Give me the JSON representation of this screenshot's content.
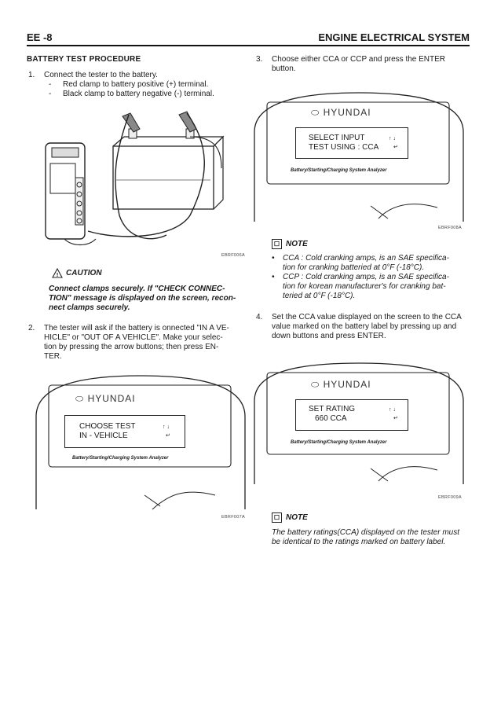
{
  "header": {
    "page": "EE -8",
    "section": "ENGINE ELECTRICAL SYSTEM"
  },
  "left": {
    "title": "BATTERY TEST PROCEDURE",
    "step1": {
      "num": "1.",
      "text": "Connect the tester to the battery.",
      "b1": "Red clamp to battery positive (+) terminal.",
      "b2": "Black clamp to battery negative (-) terminal."
    },
    "fig1_caption": "EBRF006A",
    "caution": {
      "label": "CAUTION",
      "l1": "Connect clamps securely. If \"CHECK CONNEC-",
      "l2": "TION\" message is displayed on the screen, recon-",
      "l3": "nect clamps securely."
    },
    "step2": {
      "num": "2.",
      "l1": "The tester will ask if the battery is onnected \"IN A VE-",
      "l2": "HICLE\" or \"OUT OF A VEHICLE\". Make your selec-",
      "l3": "tion by pressing the arrow buttons; then press EN-",
      "l4": "TER."
    },
    "fig2": {
      "logo": "HYUNDAI",
      "line1": "CHOOSE TEST",
      "line2": "IN - VEHICLE",
      "arrows": "↑ ↓",
      "enter": "↵",
      "footer": "Battery/Starting/Charging System Analyzer",
      "caption": "EBRF007A"
    }
  },
  "right": {
    "step3": {
      "num": "3.",
      "l1": "Choose either CCA or CCP and press the ENTER",
      "l2": "button."
    },
    "fig3": {
      "logo": "HYUNDAI",
      "line1": "SELECT INPUT",
      "line2": "TEST USING :  CCA",
      "arrows": "↑ ↓",
      "enter": "↵",
      "footer": "Battery/Starting/Charging System Analyzer",
      "caption": "EBRF008A"
    },
    "note1": {
      "label": "NOTE",
      "a1": "CCA : Cold cranking amps, is an SAE specifica-",
      "a2": "tion for cranking batteried at 0°F (-18°C).",
      "b1": "CCP : Cold cranking amps, is an SAE specifica-",
      "b2": "tion for korean manufacturer's for cranking bat-",
      "b3": "teried at 0°F (-18°C)."
    },
    "step4": {
      "num": "4.",
      "l1": "Set the CCA value displayed on the screen to the CCA",
      "l2": "value marked on the battery label by pressing up and",
      "l3": "down buttons and press ENTER."
    },
    "fig4": {
      "logo": "HYUNDAI",
      "line1": "SET RATING",
      "line2": "660 CCA",
      "arrows": "↑ ↓",
      "enter": "↵",
      "footer": "Battery/Starting/Charging System Analyzer",
      "caption": "EBRF009A"
    },
    "note2": {
      "label": "NOTE",
      "l1": "The battery ratings(CCA) displayed on the tester must",
      "l2": "be identical to the ratings marked on battery label."
    }
  }
}
